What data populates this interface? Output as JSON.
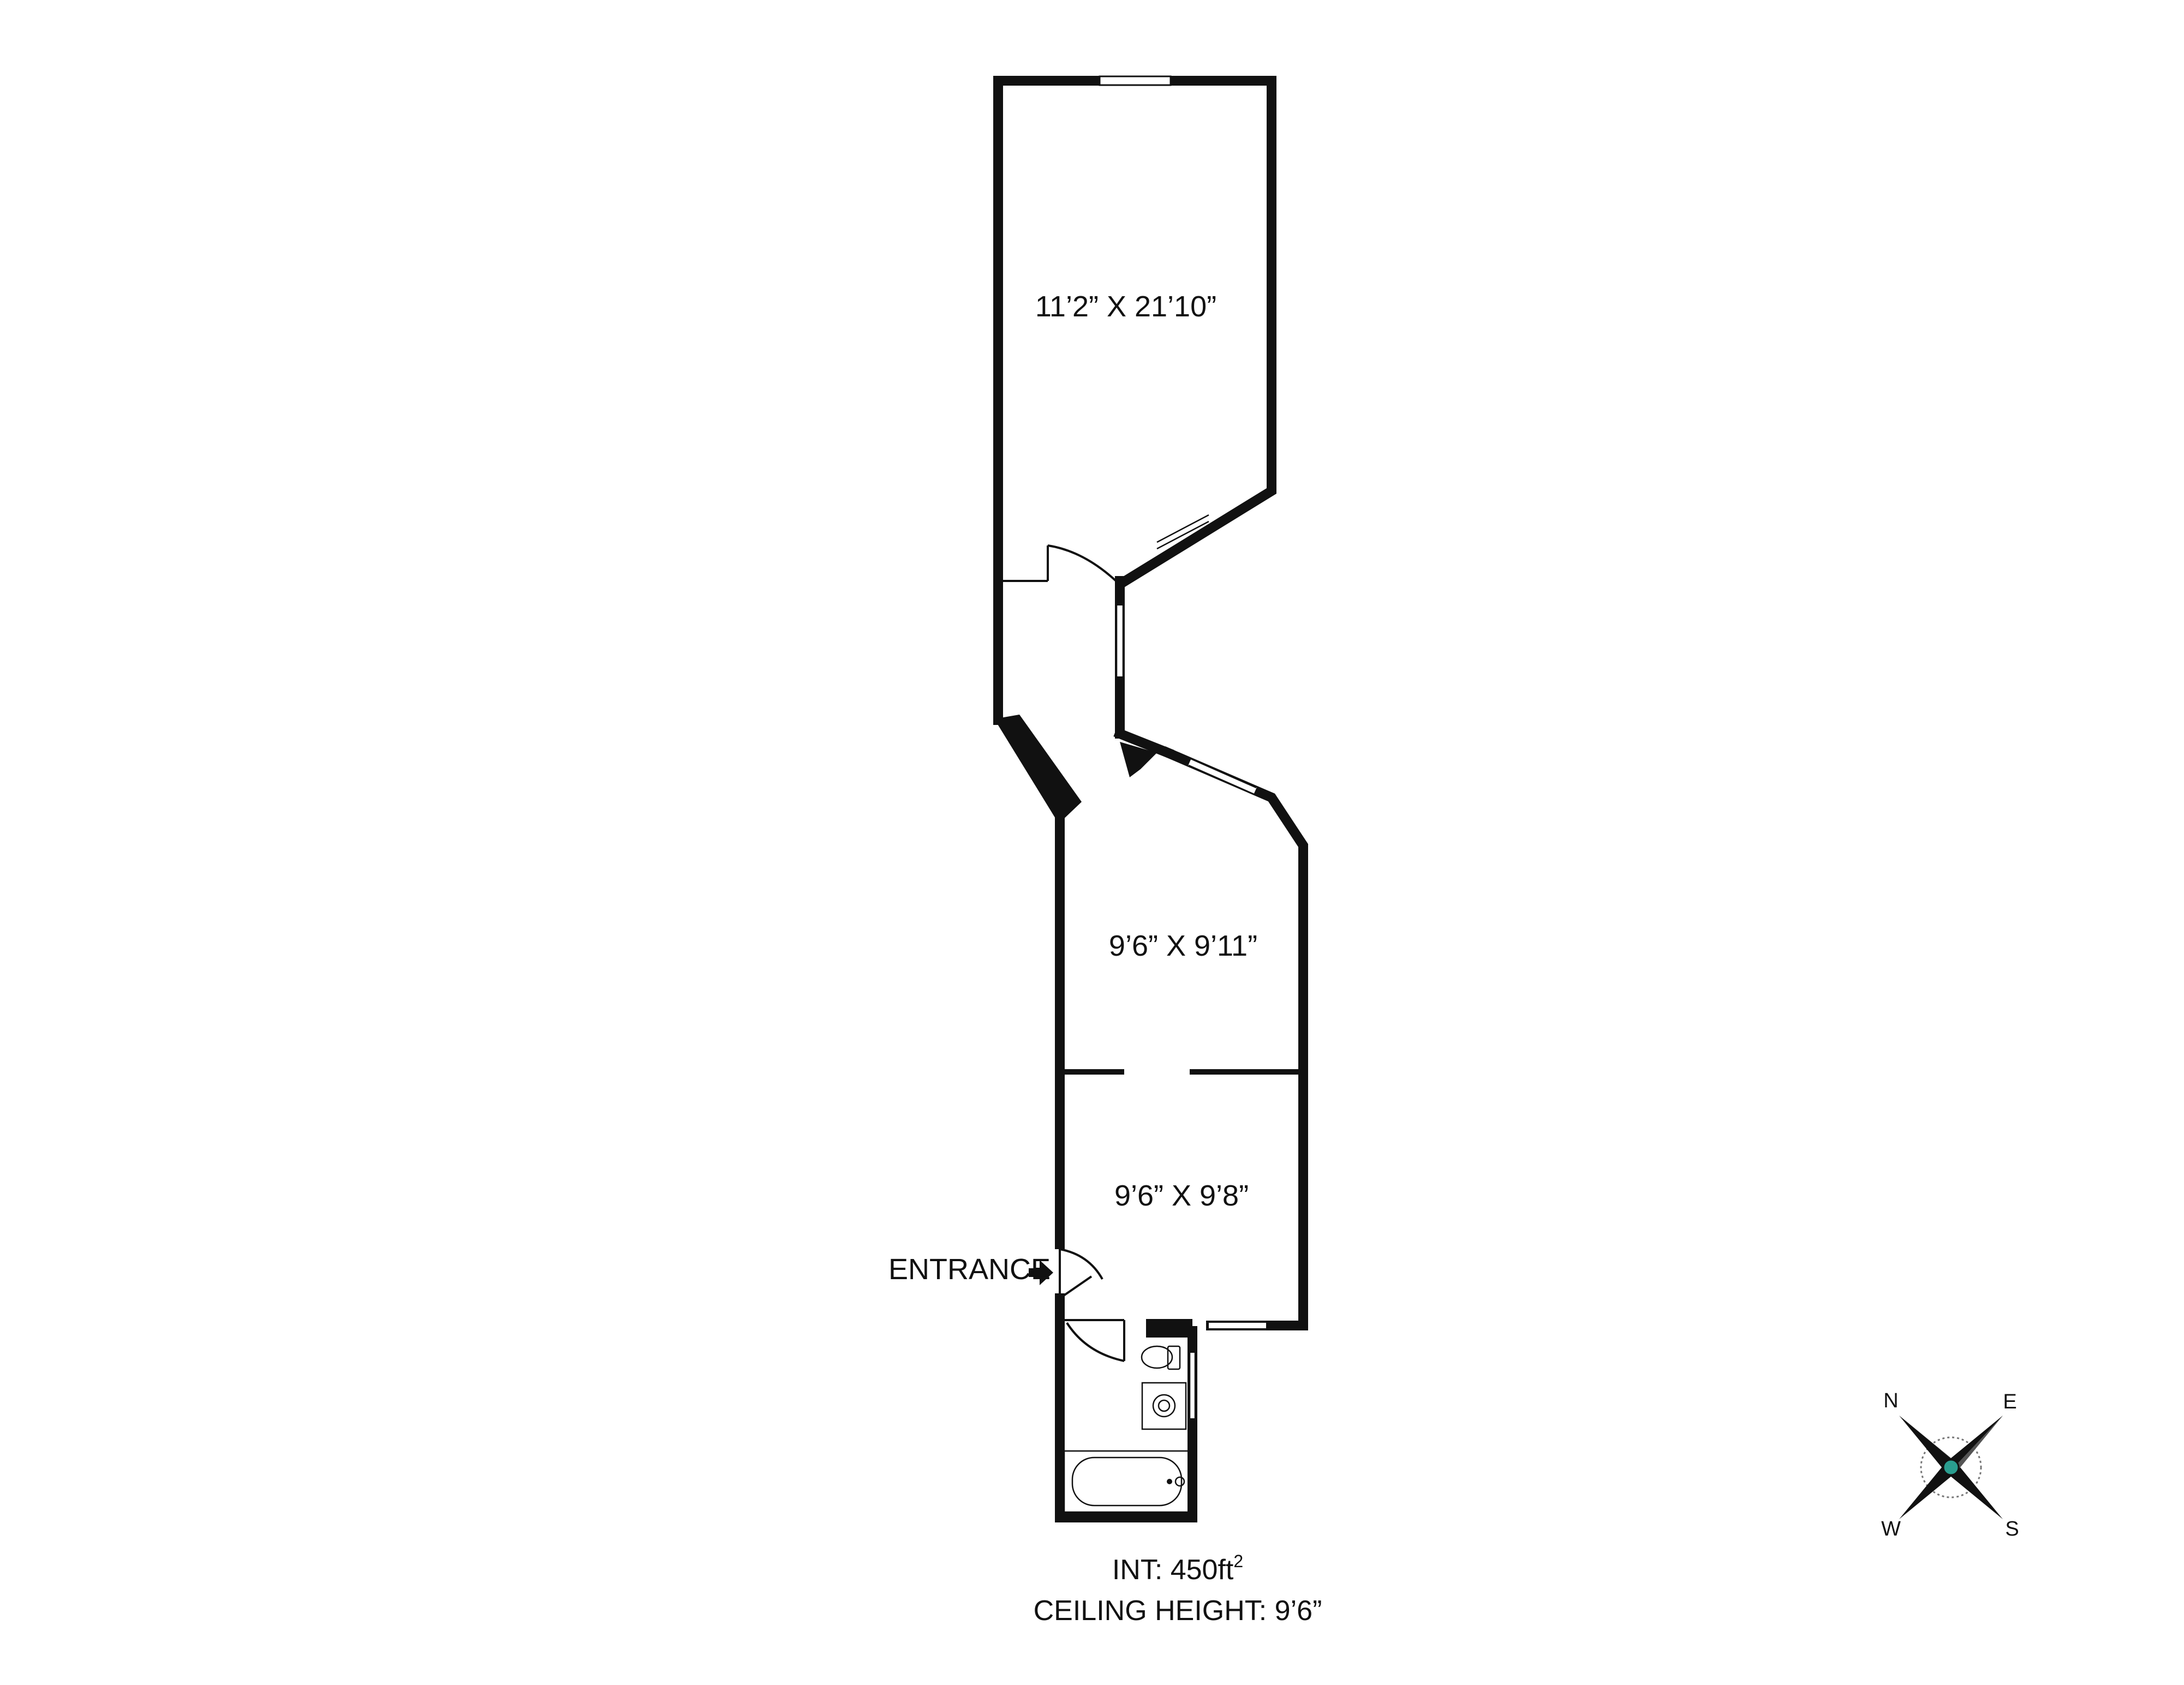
{
  "rooms": [
    {
      "id": "upper-room",
      "label": "11’2” X 21’10”"
    },
    {
      "id": "middle-room",
      "label": "9’6” X 9’11”"
    },
    {
      "id": "lower-room",
      "label": "9’6” X 9’8”"
    }
  ],
  "entrance": {
    "label": "ENTRANCE"
  },
  "summary": {
    "interior_prefix": "INT: 450ft",
    "interior_superscript": "2",
    "ceiling_height": "CEILING HEIGHT: 9’6”"
  },
  "compass": {
    "north": "N",
    "east": "E",
    "south": "S",
    "west": "W",
    "center_color": "#2a9d8f"
  },
  "colors": {
    "wall": "#111111",
    "background": "#ffffff"
  }
}
